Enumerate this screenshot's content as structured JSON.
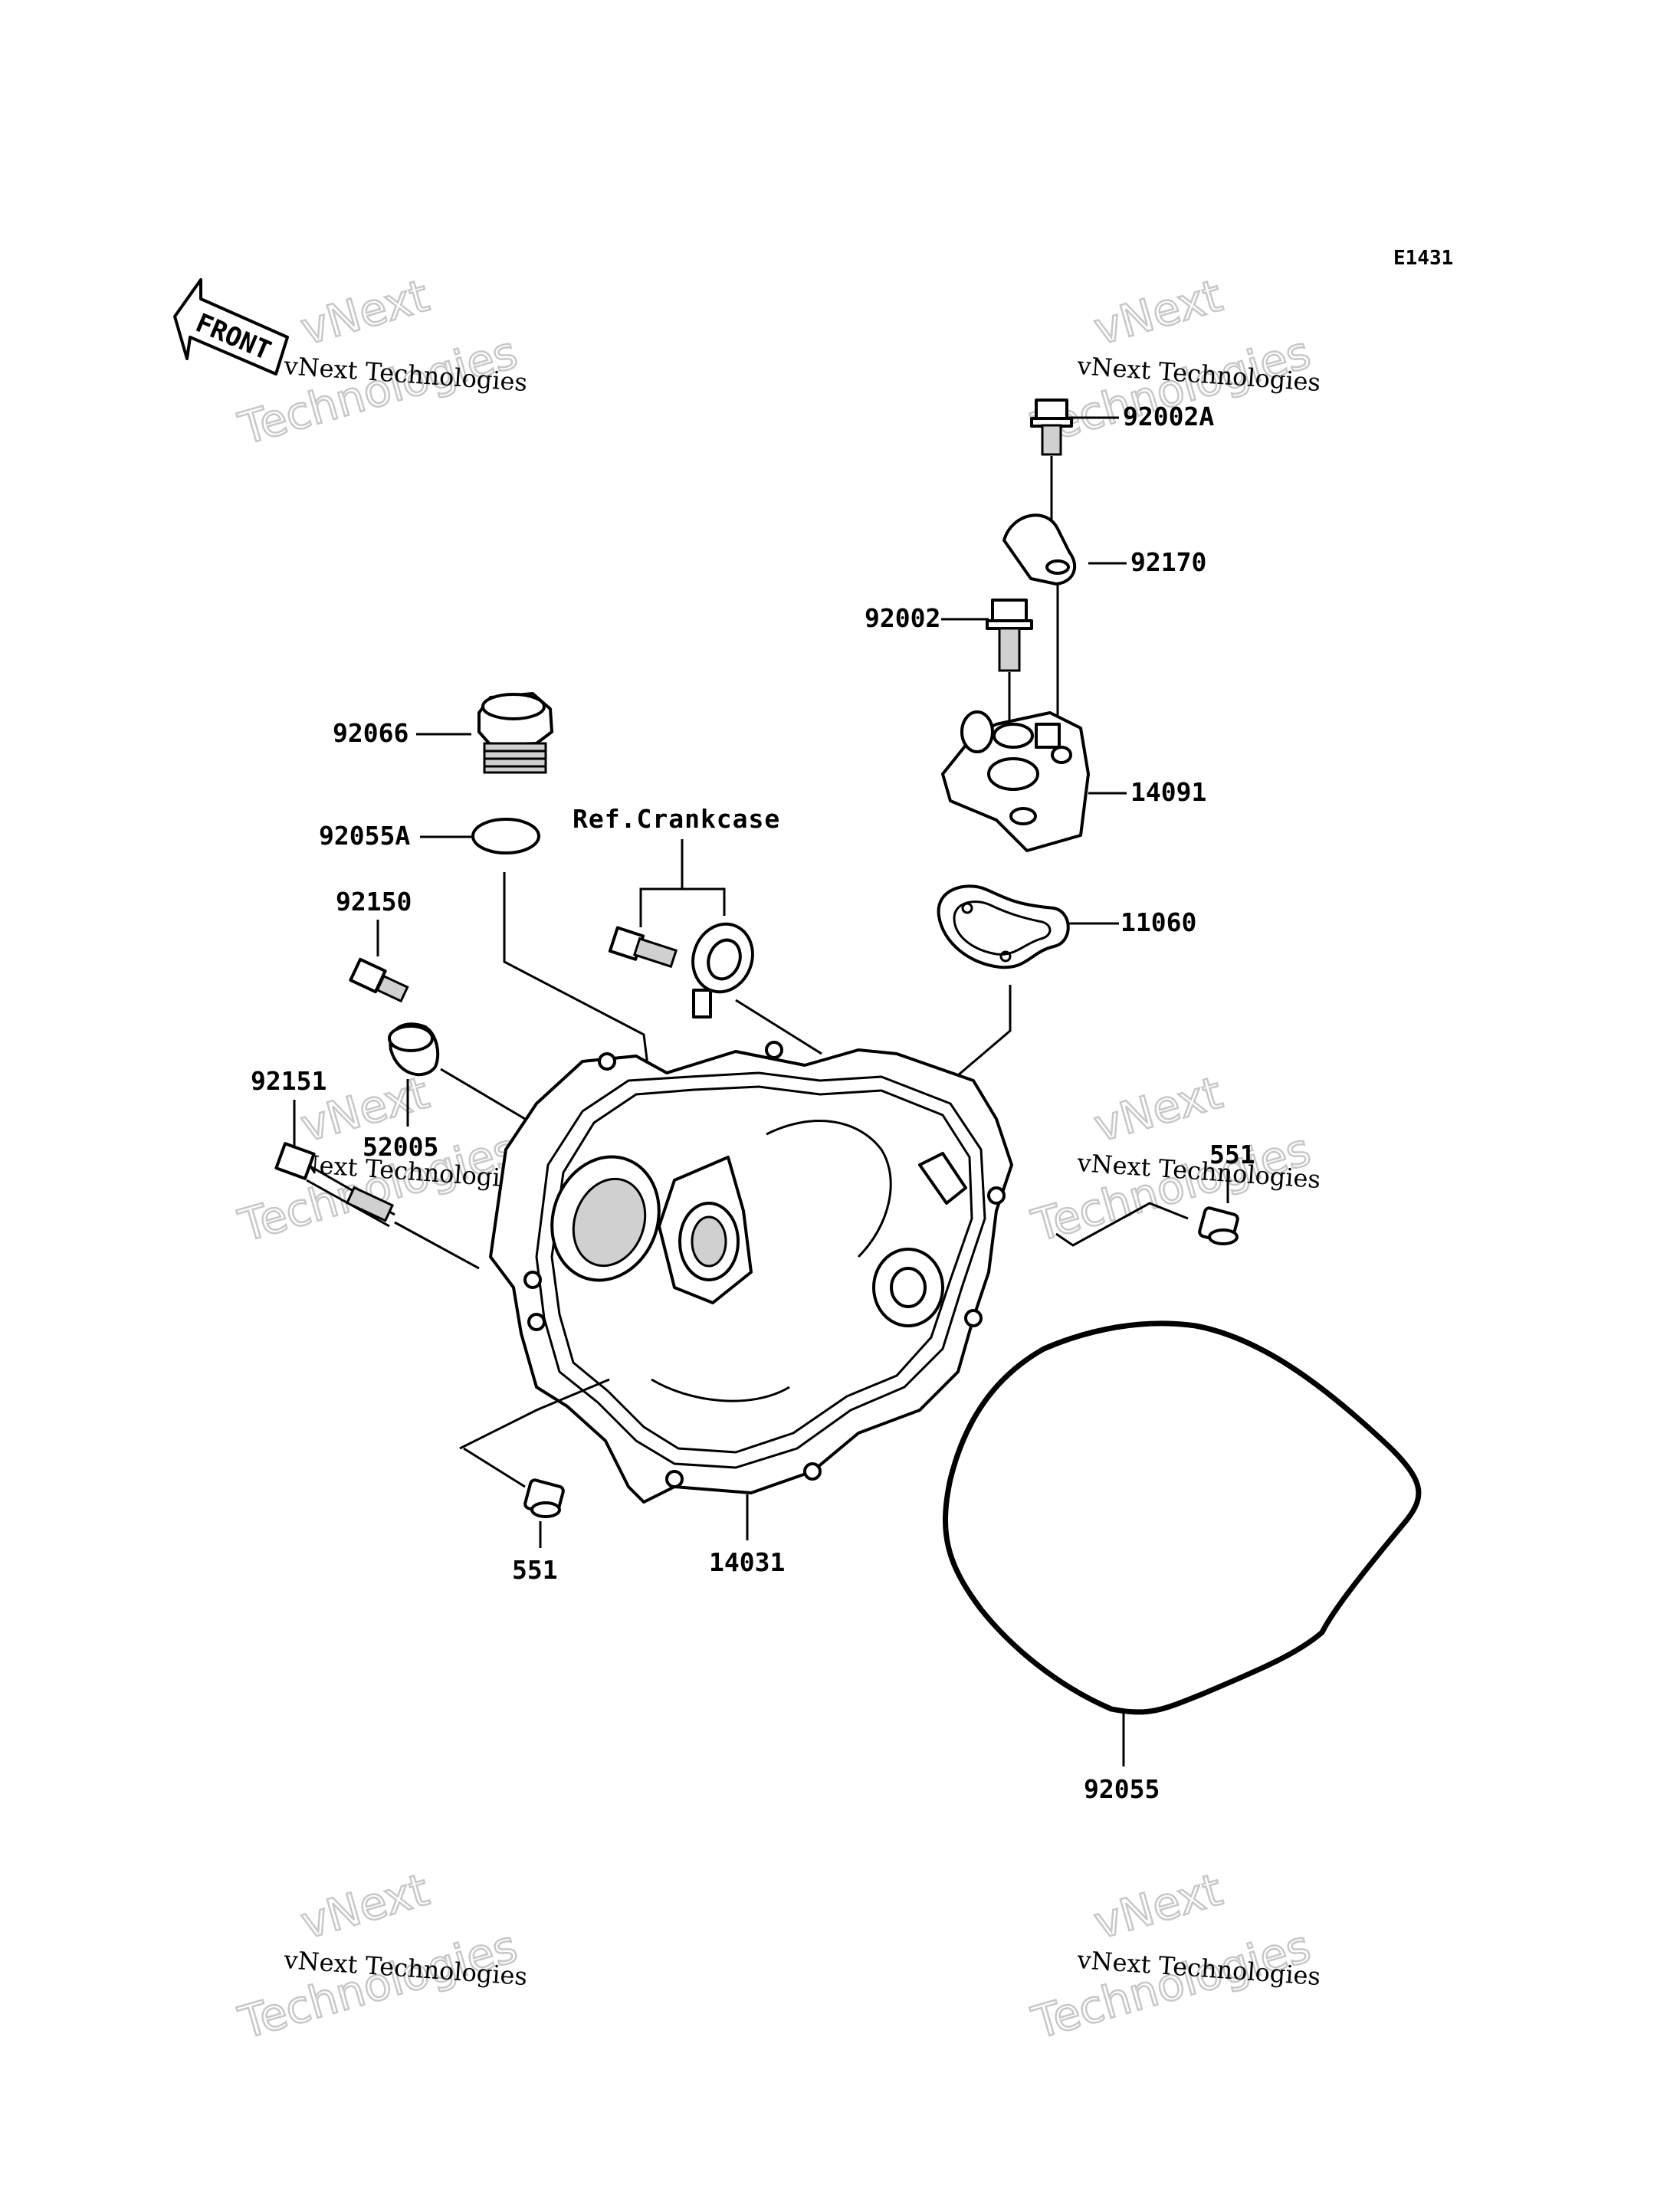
{
  "diagram": {
    "code": "E1431",
    "front_label": "FRONT",
    "reference_label": "Ref.Crankcase",
    "parts": [
      {
        "id": "p92002A",
        "number": "92002A"
      },
      {
        "id": "p92170",
        "number": "92170"
      },
      {
        "id": "p92002",
        "number": "92002"
      },
      {
        "id": "p14091",
        "number": "14091"
      },
      {
        "id": "p92066",
        "number": "92066"
      },
      {
        "id": "p92055A",
        "number": "92055A"
      },
      {
        "id": "p11060",
        "number": "11060"
      },
      {
        "id": "p92150",
        "number": "92150"
      },
      {
        "id": "p92151",
        "number": "92151"
      },
      {
        "id": "p52005",
        "number": "52005"
      },
      {
        "id": "p551_right",
        "number": "551"
      },
      {
        "id": "p551_left",
        "number": "551"
      },
      {
        "id": "p14031",
        "number": "14031"
      },
      {
        "id": "p92055",
        "number": "92055"
      }
    ]
  },
  "watermark": {
    "line1": "vNext Technologies",
    "big_top": "vNext",
    "big_bottom": "Technologies"
  }
}
